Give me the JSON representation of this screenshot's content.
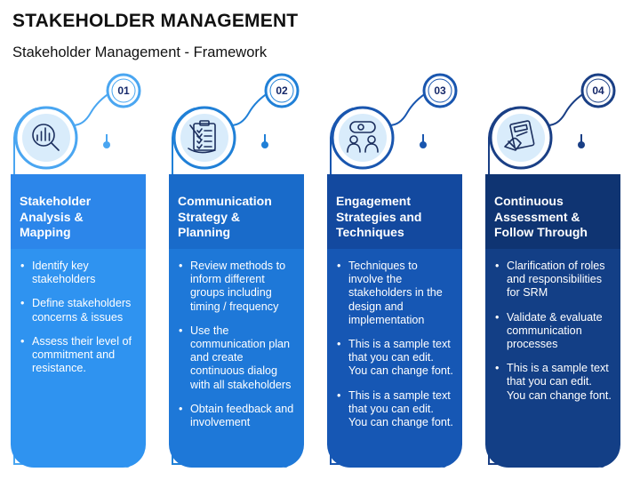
{
  "header": {
    "title": "STAKEHOLDER MANAGEMENT",
    "subtitle": "Stakeholder Management - Framework"
  },
  "columns": [
    {
      "number": "01",
      "icon": "magnifier-chart-icon",
      "title": "Stakeholder\nAnalysis &\nMapping",
      "bullets": [
        "Identify key stakeholders",
        "Define stakeholders concerns & issues",
        "Assess their level of commitment and resistance."
      ],
      "colors": {
        "head": "#2c86ea",
        "body": "#2f93f0",
        "ring": "#4aa6f1",
        "inner": "#d9ecfb",
        "glyph": "#1c2f5e"
      }
    },
    {
      "number": "02",
      "icon": "checklist-pen-icon",
      "title": "Communication\nStrategy &\nPlanning",
      "bullets": [
        "Review methods to inform different groups including timing / frequency",
        "Use the communication plan and create continuous dialog with all stakeholders",
        "Obtain feedback and involvement"
      ],
      "colors": {
        "head": "#196bca",
        "body": "#1e78d8",
        "ring": "#2080d7",
        "inner": "#d9ecfb",
        "glyph": "#1c2f5e"
      }
    },
    {
      "number": "03",
      "icon": "team-discussion-icon",
      "title": "Engagement\nStrategies and\nTechniques",
      "bullets": [
        "Techniques to involve the stakeholders in the design and implementation",
        "This is a sample text that you can edit. You can change font.",
        "This is a sample text that you can edit. You can change font."
      ],
      "colors": {
        "head": "#13499f",
        "body": "#1657b4",
        "ring": "#1956af",
        "inner": "#d9ecfb",
        "glyph": "#1c2f5e"
      }
    },
    {
      "number": "04",
      "icon": "hand-document-icon",
      "title": "Continuous\nAssessment &\nFollow Through",
      "bullets": [
        "Clarification of roles and responsibilities for SRM",
        "Validate & evaluate communication processes",
        "This is a sample text that you can edit. You can change font."
      ],
      "colors": {
        "head": "#0f3472",
        "body": "#133f86",
        "ring": "#1a3f85",
        "inner": "#d9ecfb",
        "glyph": "#1c2f5e"
      }
    }
  ]
}
